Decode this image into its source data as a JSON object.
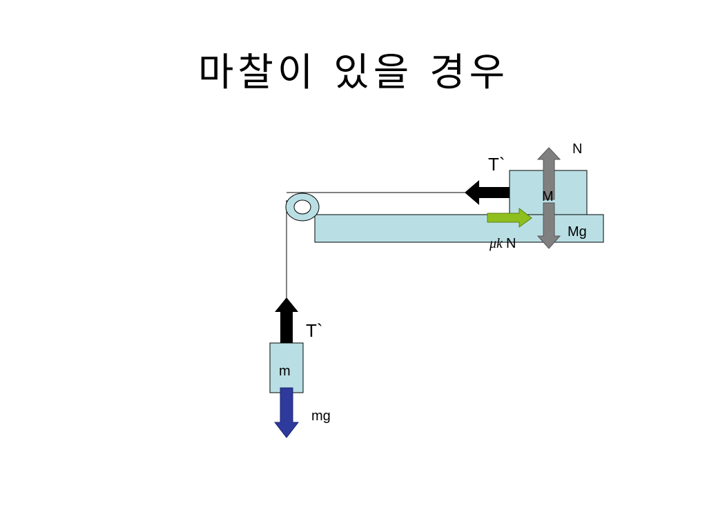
{
  "title": "마찰이 있을 경우",
  "labels": {
    "normal_force": "N",
    "tension_top": "T`",
    "mass_big": "M",
    "weight_big": "Mg",
    "friction_coef": "μk",
    "friction_n": "N",
    "tension_bottom": "T`",
    "mass_small": "m",
    "weight_small": "mg"
  },
  "colors": {
    "block_fill": "#b9dfe4",
    "outline": "#000000",
    "tension_arrow": "#000000",
    "normal_arrow": "#808080",
    "friction_arrow": "#8fbf1f",
    "weight_arrow": "#2e3a9c"
  }
}
